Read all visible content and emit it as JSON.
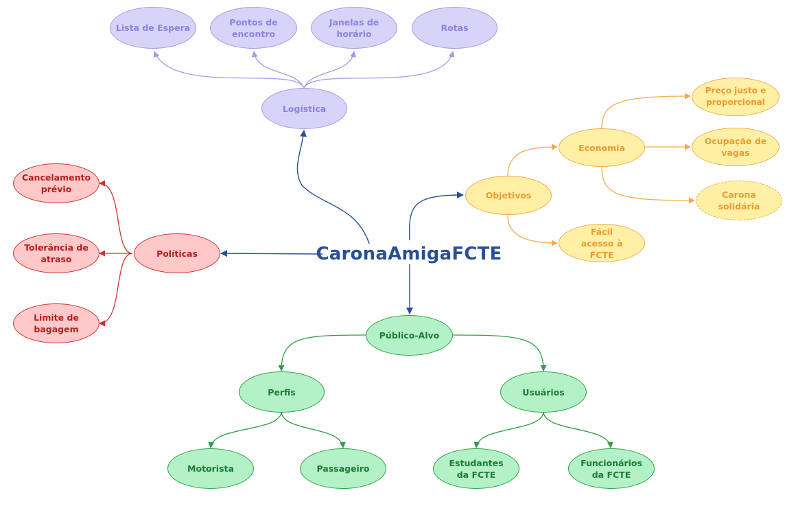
{
  "central": "CaronaAmigaFCTE",
  "logistica": {
    "label": "Logística",
    "children": [
      "Lista de Espera",
      "Pontos de encontro",
      "Janelas de horário",
      "Rotas"
    ]
  },
  "objetivos": {
    "label": "Objetivos",
    "economia": {
      "label": "Economia",
      "children": [
        "Preço justo e proporcional",
        "Ocupação de vagas",
        "Carona solidária"
      ]
    },
    "facil_acesso": "Fácil acesso à FCTE"
  },
  "politicas": {
    "label": "Políticas",
    "children": [
      "Cancelamento prévio",
      "Tolerância de atraso",
      "Limite de bagagem"
    ]
  },
  "publico_alvo": {
    "label": "Público-Alvo",
    "perfis": {
      "label": "Perfis",
      "children": [
        "Motorista",
        "Passageiro"
      ]
    },
    "usuarios": {
      "label": "Usuários",
      "children": [
        "Estudantes da FCTE",
        "Funcionários da FCTE"
      ]
    }
  },
  "colors": {
    "central": "#2a4f97",
    "logistica": "#a898ea",
    "objetivos": "#f2ab4e",
    "politicas": "#c83535",
    "publico_alvo": "#2f9e44"
  }
}
